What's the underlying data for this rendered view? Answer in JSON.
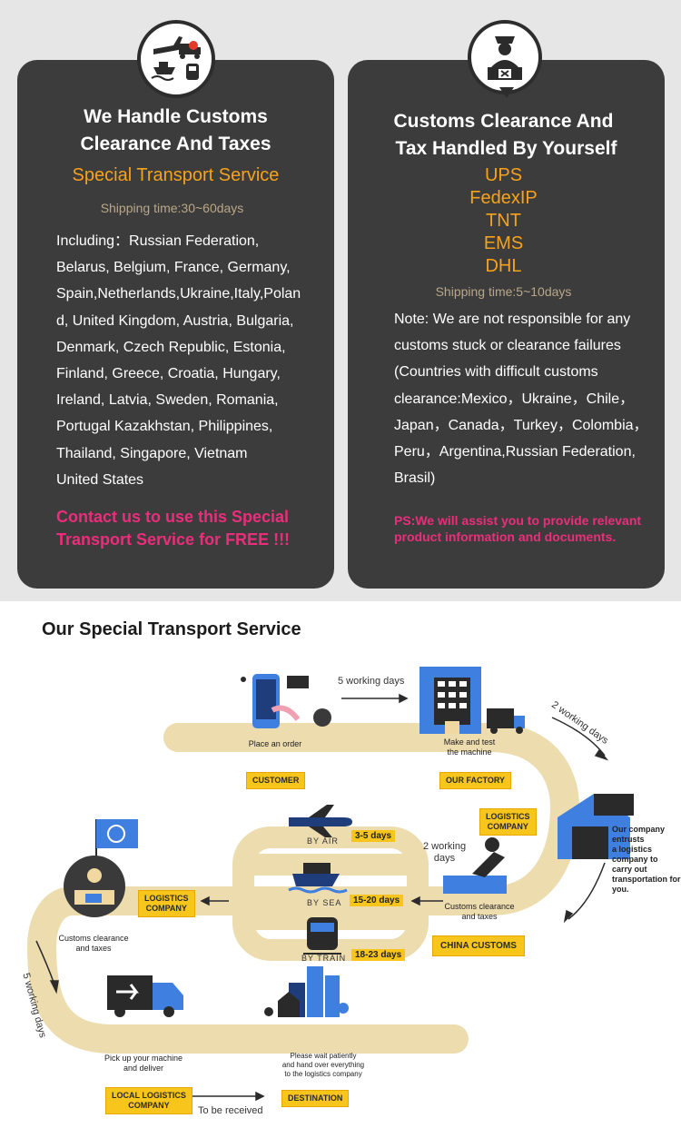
{
  "left_card": {
    "title_line1": "We Handle Customs",
    "title_line2": "Clearance And Taxes",
    "subtitle": "Special Transport Service",
    "shipping_time": "Shipping time:30~60days",
    "body_lines": [
      "Including：Russian Federation,",
      "Belarus, Belgium, France, Germany,",
      "Spain,Netherlands,Ukraine,Italy,Polan",
      "d, United Kingdom, Austria, Bulgaria,",
      "Denmark, Czech Republic, Estonia,",
      "Finland, Greece, Croatia, Hungary,",
      "Ireland, Latvia, Sweden, Romania,",
      "Portugal Kazakhstan, Philippines,",
      "Thailand, Singapore, Vietnam",
      "United States"
    ],
    "cta_line1": "Contact us to use this Special",
    "cta_line2": "Transport Service for FREE !!!"
  },
  "right_card": {
    "title_line1": "Customs Clearance And",
    "title_line2": "Tax Handled By Yourself",
    "carriers": [
      "UPS",
      "FedexIP",
      "TNT",
      "EMS",
      "DHL"
    ],
    "shipping_time": "Shipping time:5~10days",
    "body_lines": [
      "Note: We are not responsible for any",
      "customs stuck or clearance failures",
      "(Countries with difficult customs",
      "clearance:Mexico，Ukraine，Chile，",
      "Japan，Canada，Turkey，Colombia，",
      "Peru，Argentina,Russian Federation,",
      "Brasil)"
    ],
    "ps_line1": "PS:We will assist you to provide relevant",
    "ps_line2": "product information and documents."
  },
  "flow": {
    "section_title": "Our Special Transport Service",
    "five_working_days_top": "5 working days",
    "two_working_days_right": "2 working days",
    "place_order": "Place an order",
    "customer": "CUSTOMER",
    "make_test_1": "Make and test",
    "make_test_2": "the machine",
    "our_factory": "OUR FACTORY",
    "logistics_company_right_1": "LOGISTICS",
    "logistics_company_right_2": "COMPANY",
    "entrust_lines": [
      "Our company",
      "entrusts",
      "a logistics",
      "company to",
      "carry out",
      "transportation for",
      "you."
    ],
    "two_working": "2 working",
    "days": "days",
    "customs_clear_1": "Customs clearance",
    "customs_clear_2": "and taxes",
    "china_customs": "CHINA CUSTOMS",
    "by_air": "BY AIR",
    "air_days": "3-5 days",
    "by_sea": "BY SEA",
    "sea_days": "15-20 days",
    "by_train": "BY TRAIN",
    "train_days": "18-23 days",
    "logistics_company_left_1": "LOGISTICS",
    "logistics_company_left_2": "COMPANY",
    "customs_left_1": "Customs clearance",
    "customs_left_2": "and taxes",
    "five_working_days_left": "5 working days",
    "pickup_1": "Pick up your machine",
    "pickup_2": "and deliver",
    "local_logistics_1": "LOCAL LOGISTICS",
    "local_logistics_2": "COMPANY",
    "to_be_received": "To be received",
    "wait_lines": [
      "Please wait patiently",
      "and hand over everything",
      "to the logistics company"
    ],
    "destination": "DESTINATION"
  },
  "colors": {
    "card_bg": "#3c3c3c",
    "orange": "#f7a21c",
    "pink": "#ec2d7b",
    "road": "#ecdcae",
    "label_yellow": "#f8c51c",
    "blue": "#3f7fe0"
  }
}
